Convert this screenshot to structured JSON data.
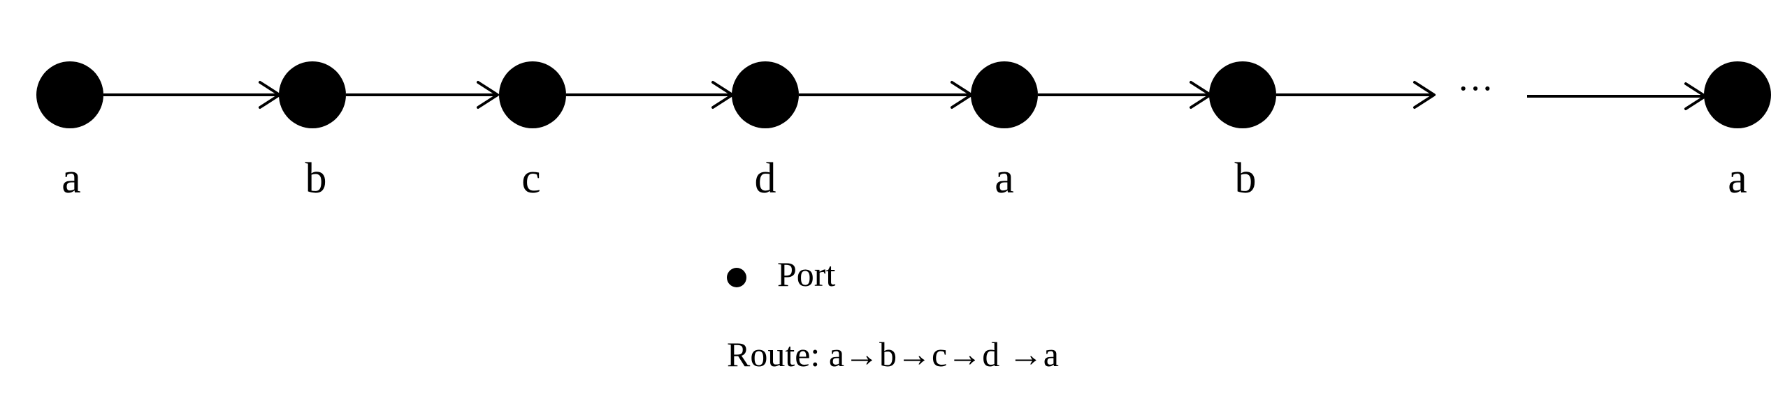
{
  "diagram": {
    "nodes": [
      {
        "label": "a"
      },
      {
        "label": "b"
      },
      {
        "label": "c"
      },
      {
        "label": "d"
      },
      {
        "label": "a"
      },
      {
        "label": "b"
      },
      {
        "label": "a"
      }
    ],
    "ellipsis": "···"
  },
  "legend": {
    "port_label": "Port",
    "route_text": "Route: a→b→c→d →a"
  },
  "colors": {
    "node_fill": "#000000",
    "edge_stroke": "#000000",
    "background": "#ffffff"
  }
}
